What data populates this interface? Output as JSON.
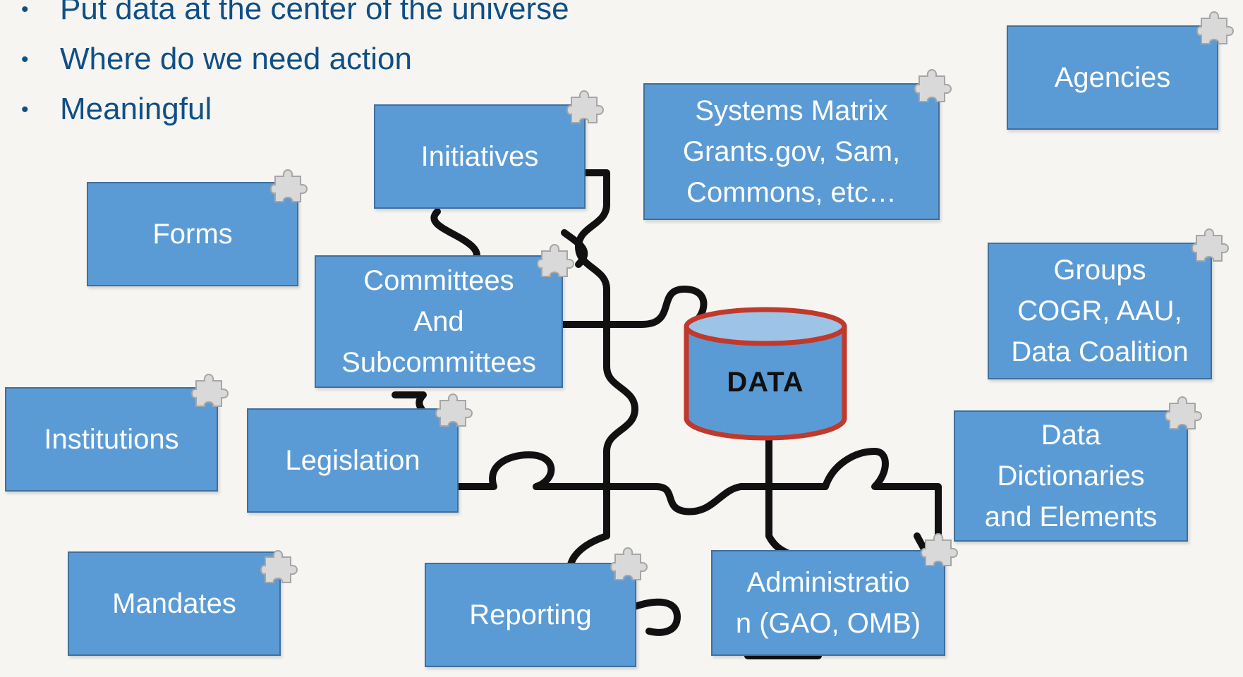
{
  "bullets": [
    "Put data at the center of the universe",
    "Where do we need action",
    "Meaningful"
  ],
  "center": {
    "label": "DATA"
  },
  "boxes": {
    "agencies": "Agencies",
    "systems": "Systems Matrix\nGrants.gov, Sam,\nCommons, etc…",
    "initiatives": "Initiatives",
    "forms": "Forms",
    "committees": "Committees\nAnd\nSubcommittees",
    "groups": "Groups\nCOGR, AAU,\nData Coalition",
    "institutions": "Institutions",
    "legislation": "Legislation",
    "dictionaries": "Data\nDictionaries\nand Elements",
    "mandates": "Mandates",
    "reporting": "Reporting",
    "administration": "Administratio\nn (GAO, OMB)"
  },
  "colors": {
    "box_fill": "#5b9bd5",
    "box_text": "#ffffff",
    "bullet_text": "#0f4f86",
    "cylinder_fill": "#5b9bd5",
    "cylinder_top": "#9dc3e6",
    "cylinder_outline": "#c0392b"
  },
  "icons": {
    "box_corner": "puzzle-piece-icon"
  }
}
